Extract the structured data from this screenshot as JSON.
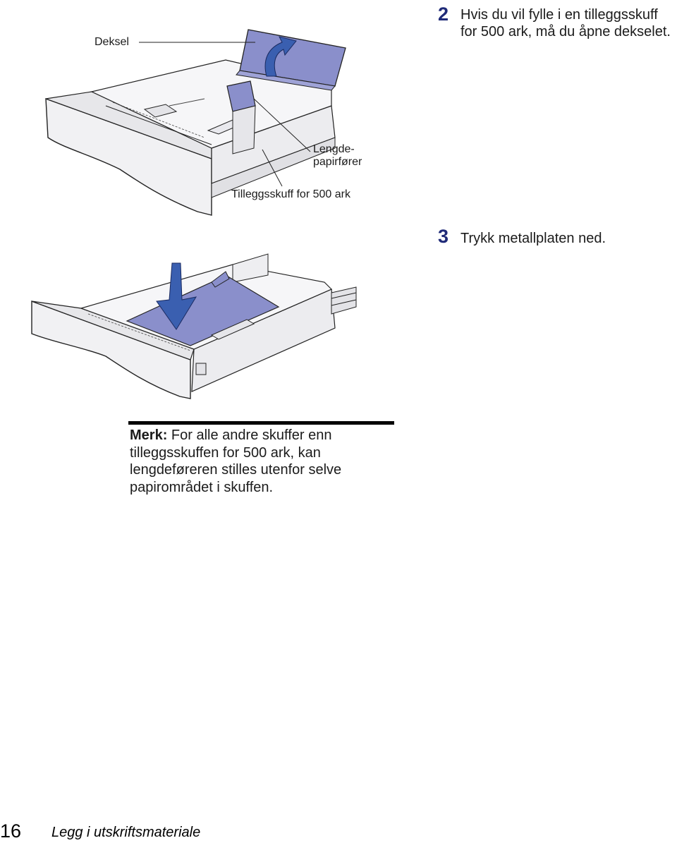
{
  "steps": [
    {
      "number": "2",
      "lines": [
        "Hvis du vil fylle i en tilleggsskuff",
        "for 500 ark, må du åpne dekselet."
      ]
    },
    {
      "number": "3",
      "lines": [
        "Trykk metallplaten ned."
      ]
    }
  ],
  "figure1": {
    "callouts": {
      "cover": "Deksel",
      "length_guide_line1": "Lengde-",
      "length_guide_line2": "papirfører",
      "tray": "Tilleggsskuff for 500 ark"
    }
  },
  "note": {
    "label": "Merk:",
    "lines": [
      " For alle andre skuffer enn",
      "tilleggsskuffen for 500 ark, kan",
      "lengdeføreren stilles utenfor selve",
      "papirområdet i skuffen."
    ]
  },
  "footer": {
    "page_number": "16",
    "section_title": "Legg i utskriftsmateriale"
  },
  "colors": {
    "accent_blue": "#8a8fcb",
    "arrow_blue": "#3a5fb0",
    "tray_fill": "#f1f1f3",
    "step_number": "#1f2a78"
  }
}
